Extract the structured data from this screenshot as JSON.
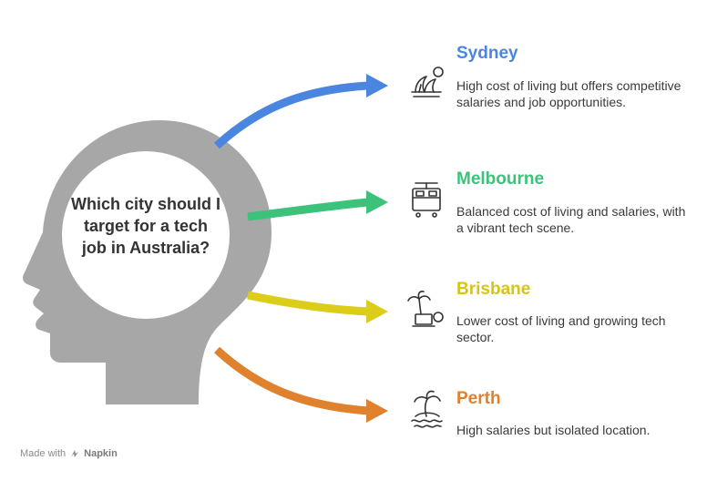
{
  "question": "Which city should I target for a tech job in Australia?",
  "colors": {
    "head": "#a7a7a7",
    "circle_fill": "#ffffff",
    "text": "#333333"
  },
  "items": [
    {
      "city": "Sydney",
      "description": "High cost of living but offers competitive salaries and job opportunities.",
      "color": "#4a86e0",
      "icon": "opera-house-icon"
    },
    {
      "city": "Melbourne",
      "description": "Balanced cost of living and salaries, with a vibrant tech scene.",
      "color": "#3dc27b",
      "icon": "tram-icon"
    },
    {
      "city": "Brisbane",
      "description": "Lower cost of living and growing tech sector.",
      "color": "#dccd1a",
      "icon": "beach-laptop-icon"
    },
    {
      "city": "Perth",
      "description": "High salaries but isolated location.",
      "color": "#e0812e",
      "icon": "island-icon"
    }
  ],
  "footer": {
    "made_with": "Made with",
    "brand": "Napkin"
  }
}
